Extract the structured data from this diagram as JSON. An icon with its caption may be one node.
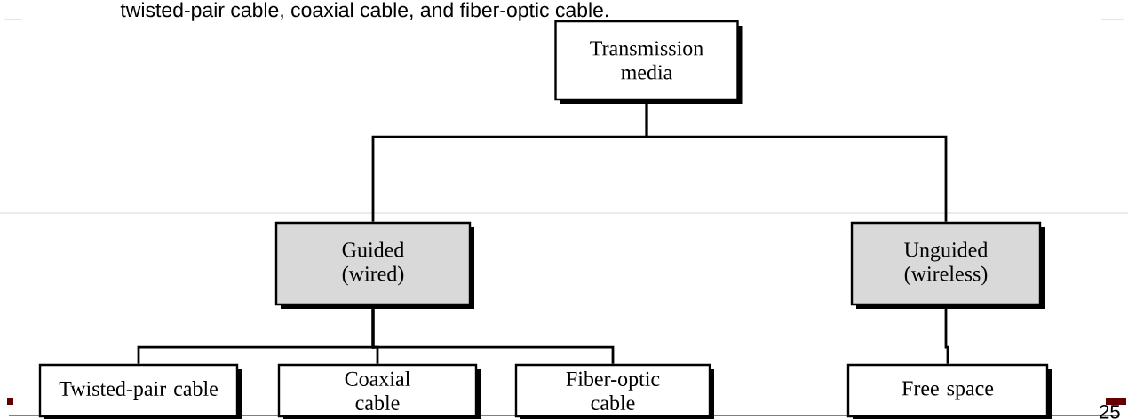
{
  "diagram": {
    "nodes": [
      {
        "text": [
          "Transmission media"
        ]
      },
      {
        "text": [
          "Guided (wired)"
        ]
      },
      {
        "text": [
          "Unguided (wireless)"
        ]
      },
      {
        "text": [
          "Twisted-pair cable"
        ]
      },
      {
        "text": [
          "Coaxial cable"
        ]
      },
      {
        "text": [
          "Fiber-optic cable"
        ]
      },
      {
        "text": [
          "Free space"
        ]
      }
    ],
    "edges": [
      {
        "from": 0,
        "to": 1,
        "arrow": "none"
      },
      {
        "from": 0,
        "to": 2,
        "arrow": "none"
      },
      {
        "from": 1,
        "to": 3,
        "arrow": "none"
      },
      {
        "from": 1,
        "to": 4,
        "arrow": "none"
      },
      {
        "from": 1,
        "to": 5,
        "arrow": "none"
      },
      {
        "from": 2,
        "to": 6,
        "arrow": "none"
      }
    ],
    "labels": [
      "twisted-pair cable, coaxial cable, and fiber-optic cable.",
      "25"
    ]
  }
}
